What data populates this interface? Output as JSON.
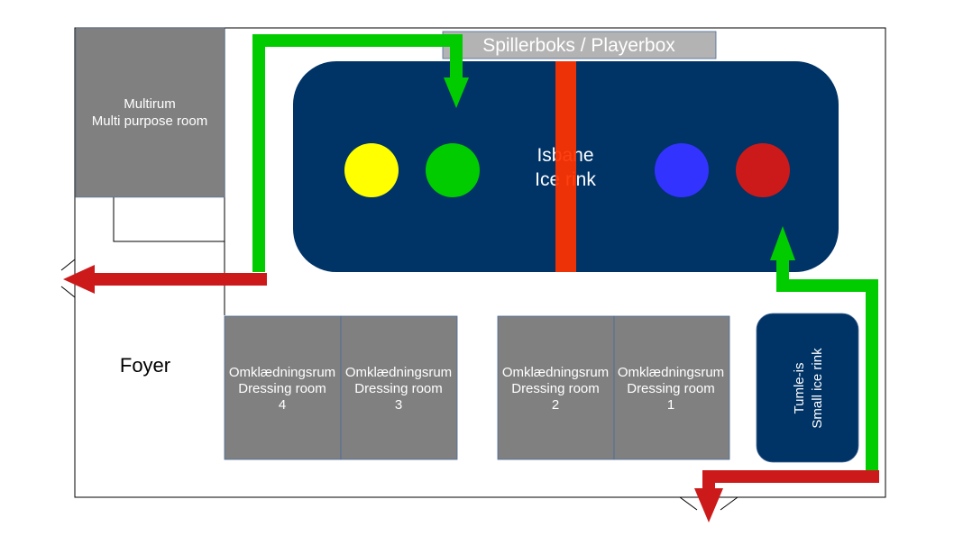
{
  "playerbox": {
    "label": "Spillerboks / Playerbox"
  },
  "multirum": {
    "line1": "Multirum",
    "line2": "Multi purpose room"
  },
  "rink": {
    "line1": "Isbane",
    "line2": "Ice rink"
  },
  "foyer": {
    "label": "Foyer"
  },
  "small_rink": {
    "line1": "Tumle-is",
    "line2": "Small ice rink"
  },
  "dressing_rooms": [
    {
      "line1": "Omklædningsrum",
      "line2": "Dressing room",
      "number": "4"
    },
    {
      "line1": "Omklædningsrum",
      "line2": "Dressing room",
      "number": "3"
    },
    {
      "line1": "Omklædningsrum",
      "line2": "Dressing room",
      "number": "2"
    },
    {
      "line1": "Omklædningsrum",
      "line2": "Dressing room",
      "number": "1"
    }
  ],
  "colors": {
    "rink": "#003366",
    "room_gray": "#808080",
    "playerbox_gray": "#b3b3b3",
    "arrow_green": "#00cc00",
    "arrow_red": "#cc1a1a",
    "center_line": "#ff3300",
    "circle_yellow": "#ffff00",
    "circle_green": "#00cc00",
    "circle_blue": "#3333ff",
    "circle_red": "#cc1a1a"
  }
}
